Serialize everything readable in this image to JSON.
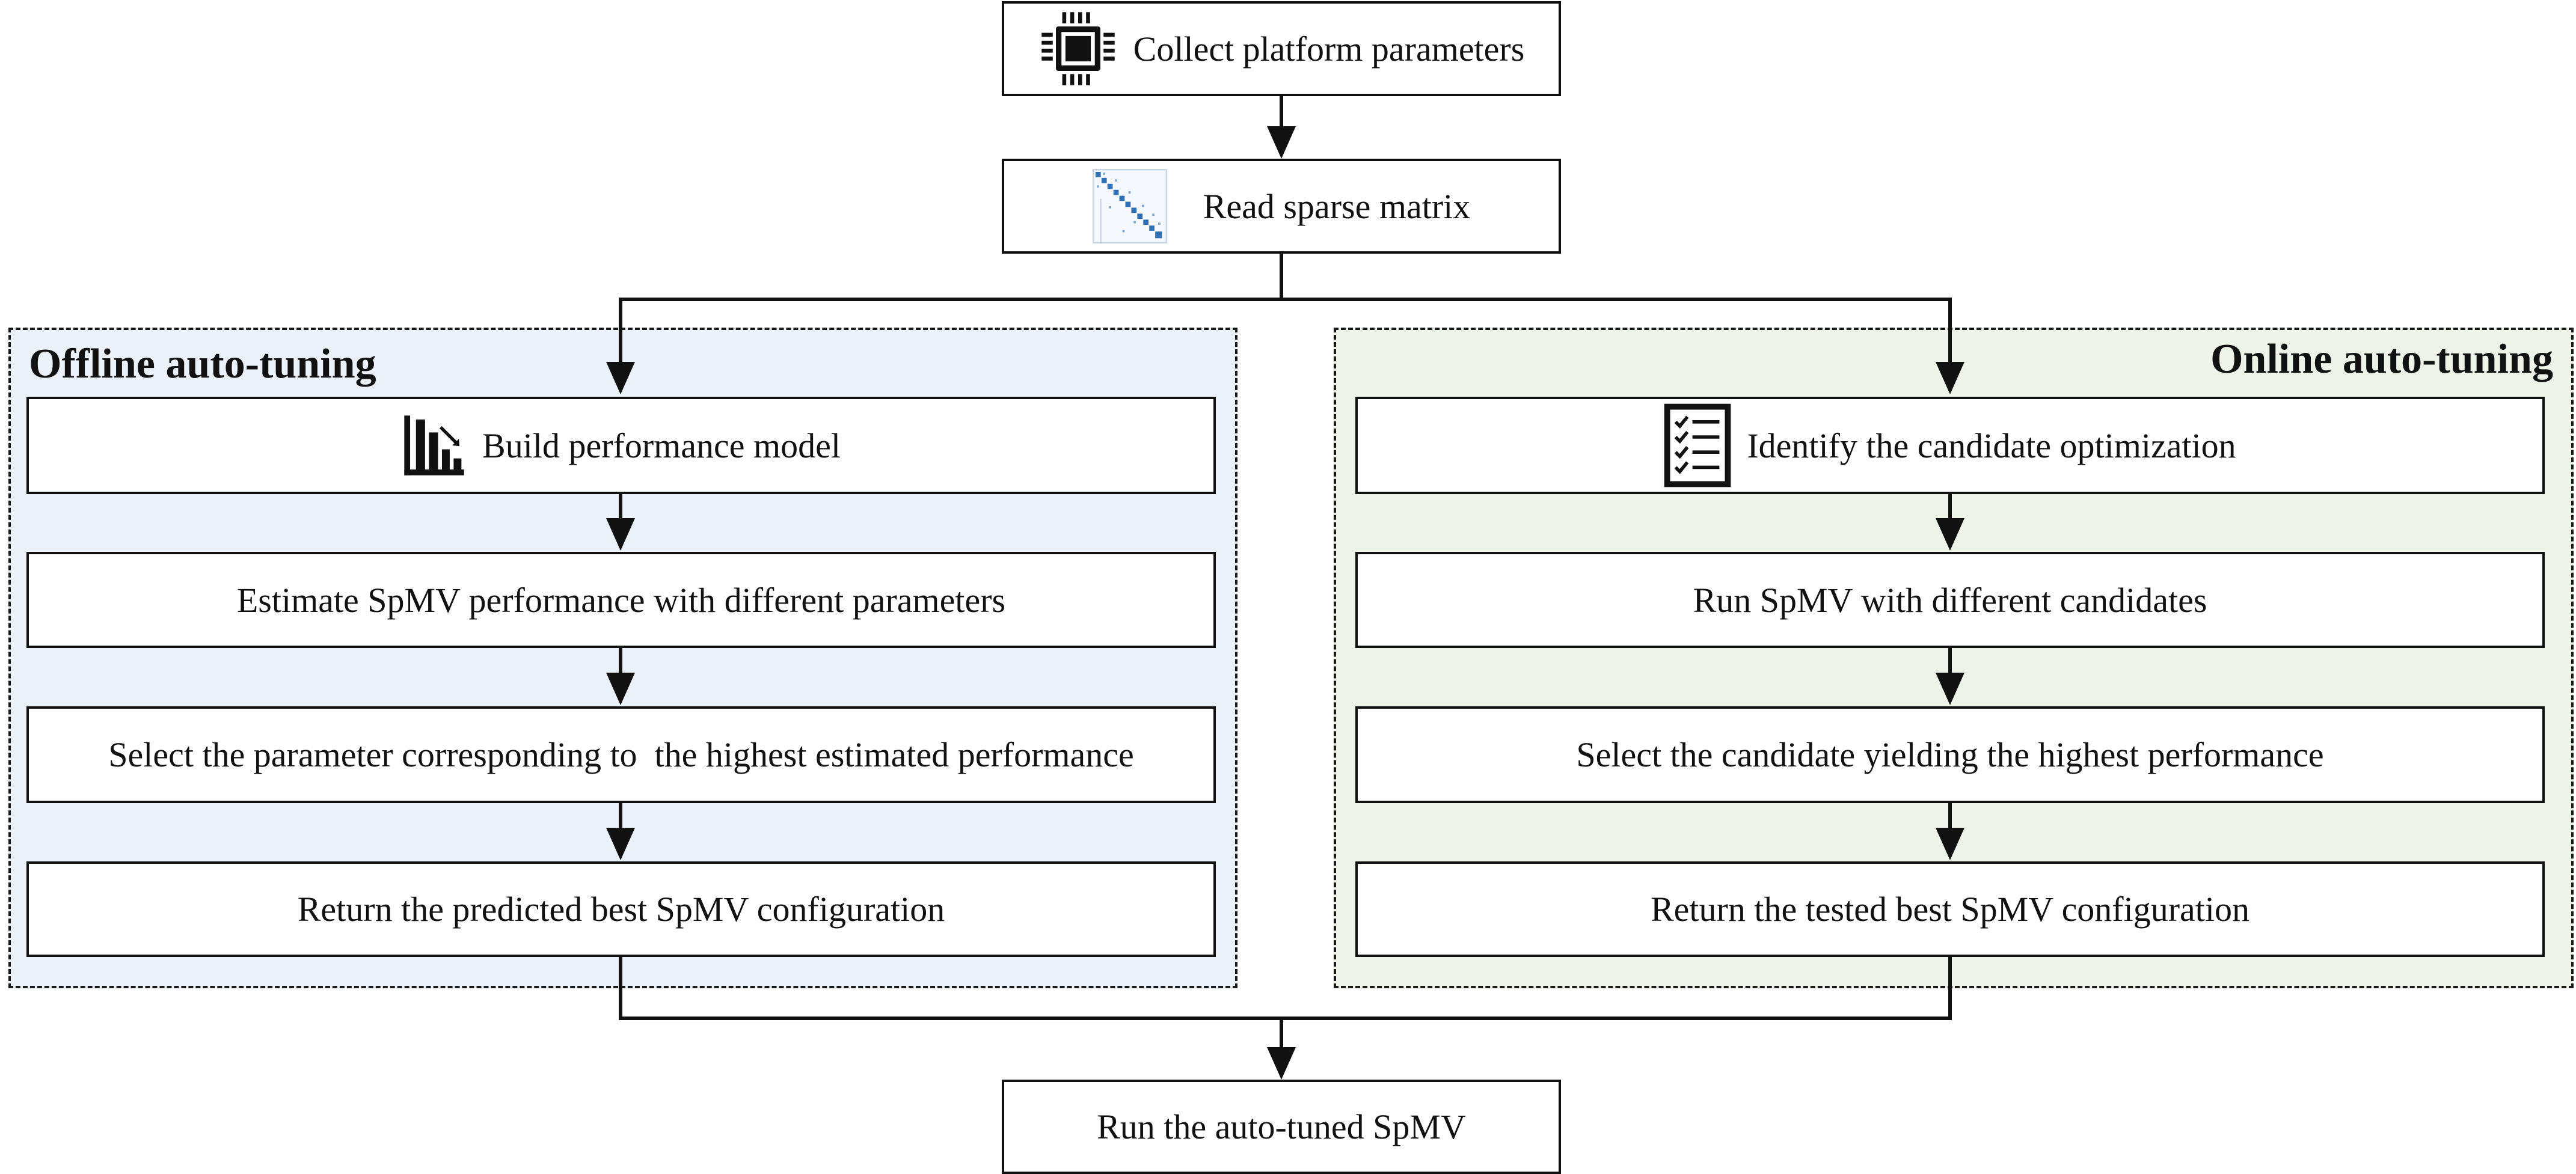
{
  "top": {
    "collect": {
      "label": "Collect platform parameters",
      "icon": "cpu-chip-icon"
    },
    "read": {
      "label": "Read sparse matrix",
      "icon": "sparse-matrix-icon"
    }
  },
  "offline": {
    "title": "Offline auto-tuning",
    "steps": [
      {
        "label": "Build performance model",
        "icon": "bar-chart-icon"
      },
      {
        "label": "Estimate SpMV performance with different parameters"
      },
      {
        "label": "Select the parameter corresponding to  the highest estimated performance"
      },
      {
        "label": "Return the predicted best SpMV configuration"
      }
    ]
  },
  "online": {
    "title": "Online auto-tuning",
    "steps": [
      {
        "label": "Identify the candidate optimization",
        "icon": "checklist-icon"
      },
      {
        "label": "Run SpMV with different candidates"
      },
      {
        "label": "Select the candidate yielding the highest performance"
      },
      {
        "label": "Return the tested best SpMV configuration"
      }
    ]
  },
  "final": {
    "label": "Run the auto-tuned SpMV"
  },
  "colors": {
    "offline_bg": "#eaf1f9",
    "online_bg": "#eef3e8",
    "line": "#111111",
    "matrix_blue": "#2f6fb5"
  }
}
